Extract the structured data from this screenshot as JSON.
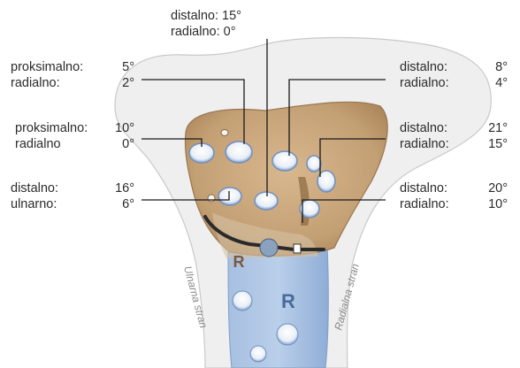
{
  "labels": {
    "top": {
      "line1_text": "distalno: 15°",
      "line2_text": "radialno: 0°"
    },
    "left_1": {
      "line1_key": "proksimalno:",
      "line1_val": "5°",
      "line2_key": "radialno:",
      "line2_val": "2°"
    },
    "left_2": {
      "line1_key": "proksimalno:",
      "line1_val": "10°",
      "line2_key": "radialno",
      "line2_val": "0°"
    },
    "left_3": {
      "line1_key": "distalno:",
      "line1_val": "16°",
      "line2_key": "ulnarno:",
      "line2_val": "6°"
    },
    "right_1": {
      "line1_key": "distalno:",
      "line1_val": "8°",
      "line2_key": "radialno:",
      "line2_val": "4°"
    },
    "right_2": {
      "line1_key": "distalno:",
      "line1_val": "21°",
      "line2_key": "radialno:",
      "line2_val": "15°"
    },
    "right_3": {
      "line1_key": "distalno:",
      "line1_val": "20°",
      "line2_key": "radialno:",
      "line2_val": "10°"
    }
  },
  "sides": {
    "ulnar": "Ulnarna stran",
    "radial": "Radialna stran"
  },
  "plate_letters": {
    "upper": "R",
    "lower": "R"
  },
  "colors": {
    "bone": "#efefef",
    "bone_outline": "#c9c9c9",
    "plate": "#9db8db",
    "plate_dark": "#6f8fbe",
    "head": "#c7a47c",
    "head_dark": "#9a7650",
    "leader": "#1a1a1a"
  }
}
